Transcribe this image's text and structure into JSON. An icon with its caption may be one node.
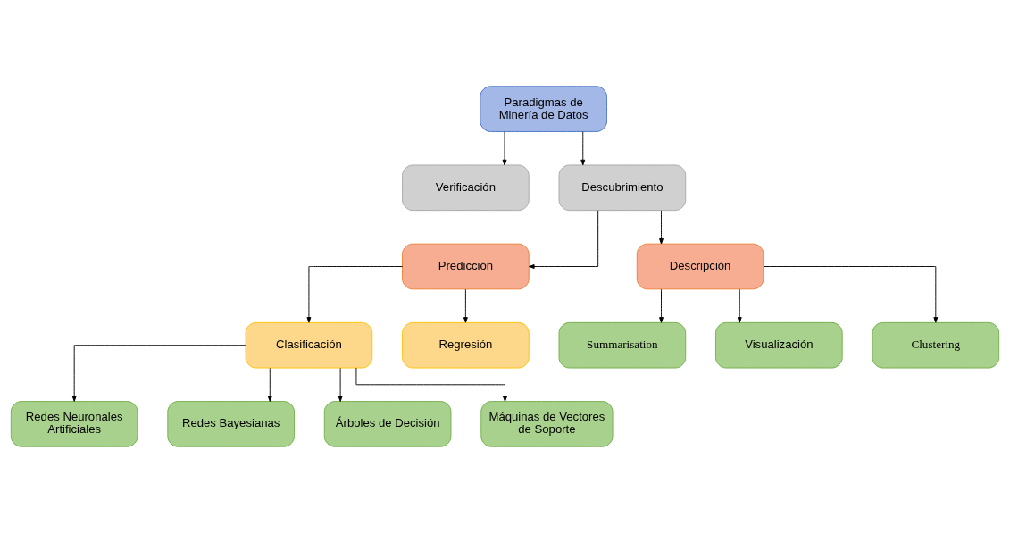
{
  "diagram": {
    "nodes": [
      {
        "text": [
          "Paradigmas de Minería de Datos"
        ]
      },
      {
        "text": [
          "Verificación"
        ]
      },
      {
        "text": [
          "Descubrimiento"
        ]
      },
      {
        "text": [
          "Predicción"
        ]
      },
      {
        "text": [
          "Descripción"
        ]
      },
      {
        "text": [
          "Summarisation"
        ]
      },
      {
        "text": [
          "Visualización"
        ]
      },
      {
        "text": [
          "Clustering"
        ]
      },
      {
        "text": [
          "Clasificación"
        ]
      },
      {
        "text": [
          "Regresión"
        ]
      },
      {
        "text": [
          "Redes Neuronales Artificiales"
        ]
      },
      {
        "text": [
          "Redes Bayesianas"
        ]
      },
      {
        "text": [
          "Árboles de Decisión"
        ]
      },
      {
        "text": [
          "Máquinas de Vectores de Soporte"
        ]
      }
    ],
    "edges": [
      {
        "from": 0,
        "to": 1,
        "arrow": "to"
      },
      {
        "from": 0,
        "to": 2,
        "arrow": "to"
      },
      {
        "from": 2,
        "to": 3,
        "arrow": "to"
      },
      {
        "from": 2,
        "to": 4,
        "arrow": "to"
      },
      {
        "from": 4,
        "to": 5,
        "arrow": "to"
      },
      {
        "from": 4,
        "to": 6,
        "arrow": "to"
      },
      {
        "from": 4,
        "to": 7,
        "arrow": "to"
      },
      {
        "from": 3,
        "to": 8,
        "arrow": "to"
      },
      {
        "from": 3,
        "to": 9,
        "arrow": "to"
      },
      {
        "from": 8,
        "to": 10,
        "arrow": "to"
      },
      {
        "from": 8,
        "to": 11,
        "arrow": "to"
      },
      {
        "from": 8,
        "to": 12,
        "arrow": "to"
      },
      {
        "from": 8,
        "to": 13,
        "arrow": "to"
      }
    ]
  }
}
